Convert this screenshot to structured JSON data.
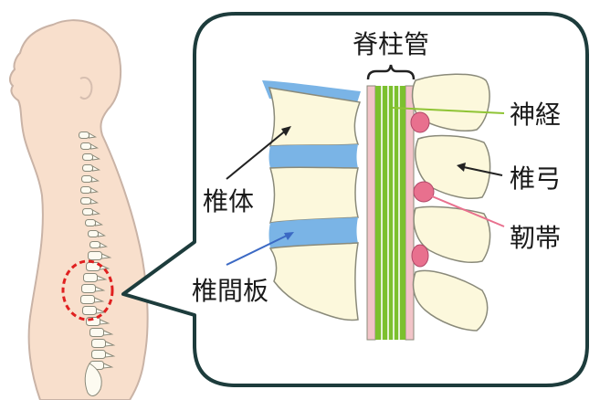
{
  "labels": {
    "spinal_canal": "脊柱管",
    "nerve": "神経",
    "vertebral_arch": "椎弓",
    "ligament": "靭帯",
    "vertebral_body": "椎体",
    "intervertebral_disc": "椎間板"
  },
  "colors": {
    "skin": "#f8dfcc",
    "skin_outline": "#c9b3a6",
    "bone": "#fcf8dc",
    "bone_outline": "#8a8a7a",
    "disc": "#7ab4e6",
    "canal_wall": "#f2c4c8",
    "nerve": "#7cc02e",
    "ligament": "#e8708e",
    "callout_border": "#1d3c3c",
    "highlight_circle": "#e02020",
    "pointer_nerve": "#8fc435",
    "pointer_ligament": "#e8708e",
    "pointer_disc": "#3b69c4",
    "pointer_default": "#222222"
  }
}
